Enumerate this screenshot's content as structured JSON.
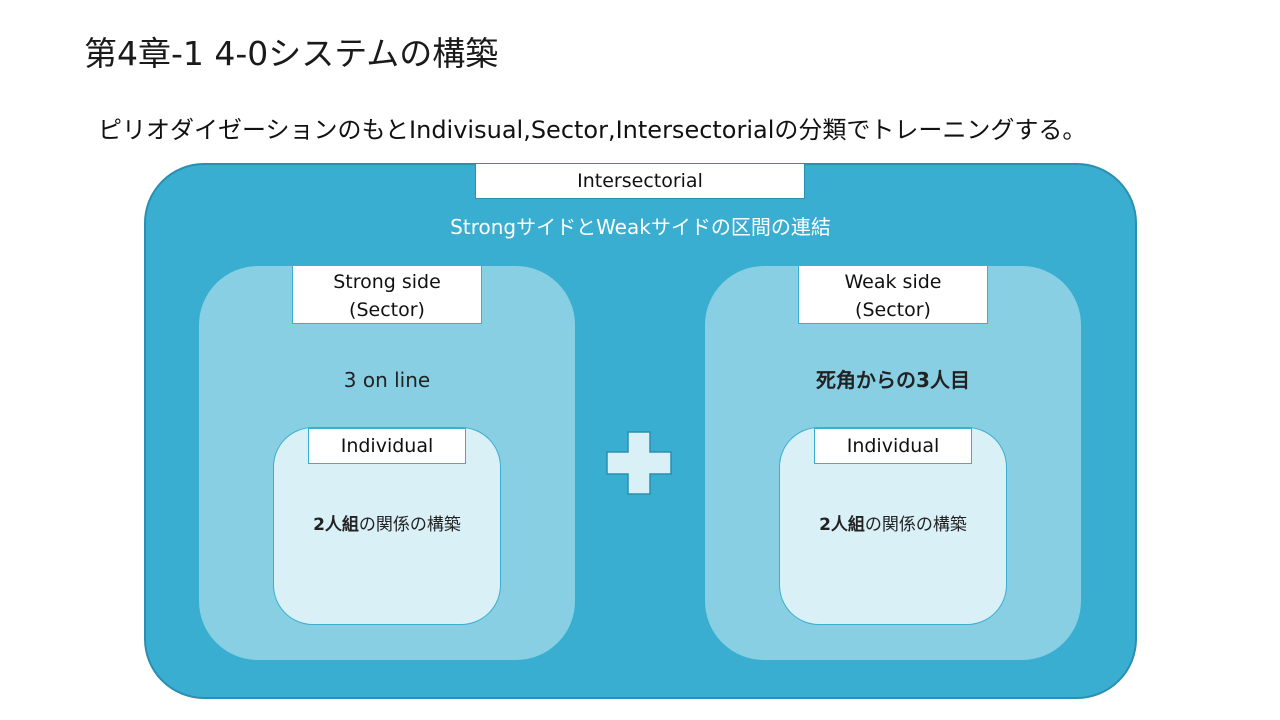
{
  "slide": {
    "title": "第4章-1 4-0システムの構築",
    "subtitle": "ピリオダイゼーションのもとIndivisual,Sector,Intersectorialの分類でトレーニングする。"
  },
  "diagram": {
    "outer": {
      "label": "Intersectorial",
      "caption": "StrongサイドとWeakサイドの区間の連結"
    },
    "sectors": [
      {
        "label_line1": "Strong side",
        "label_line2": "(Sector)",
        "caption": "3 on line",
        "individual": {
          "label": "Individual",
          "caption_bold": "2人組",
          "caption_rest": "の関係の構築"
        }
      },
      {
        "label_line1": "Weak side",
        "label_line2": "(Sector)",
        "caption": "死角からの3人目",
        "individual": {
          "label": "Individual",
          "caption_bold": "2人組",
          "caption_rest": "の関係の構築"
        }
      }
    ],
    "connector_icon": "plus-icon"
  },
  "colors": {
    "outer_fill": "#3aaed0",
    "sector_fill": "#89cfe4",
    "individual_fill": "#d9f0f6",
    "plus_fill": "#d9f0f6"
  }
}
